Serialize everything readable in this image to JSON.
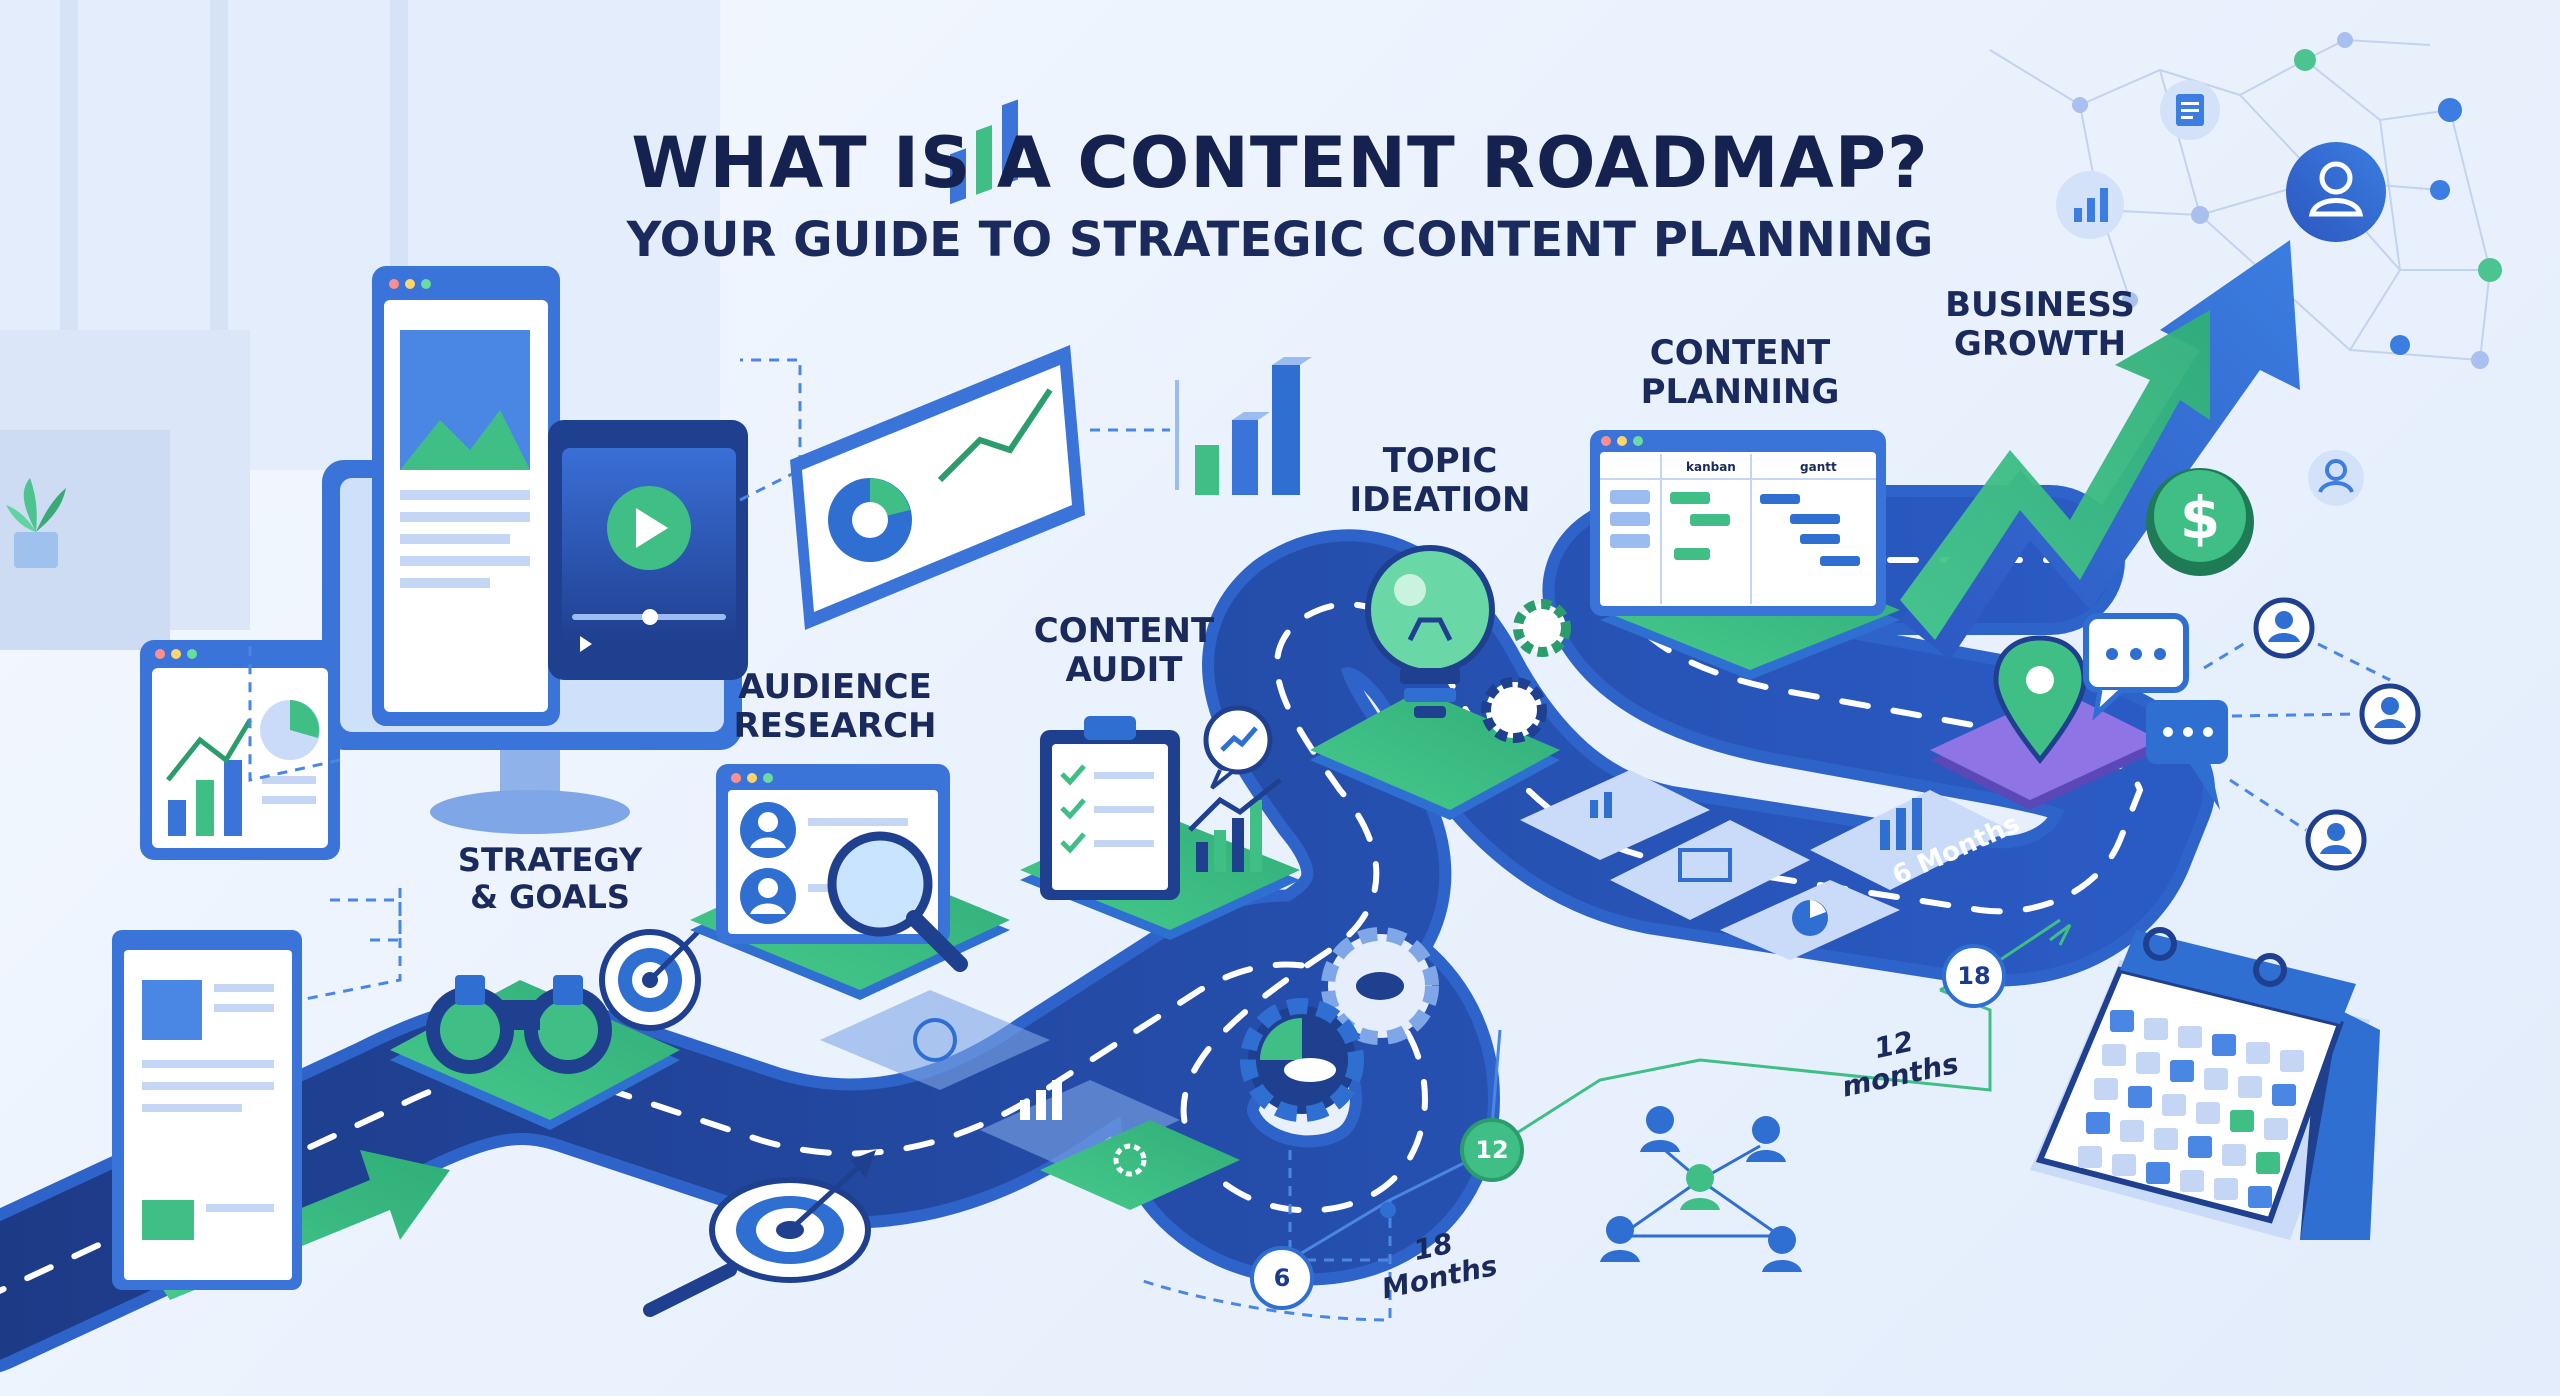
{
  "header": {
    "title": "WHAT IS A CONTENT ROADMAP?",
    "subtitle": "YOUR GUIDE TO STRATEGIC CONTENT PLANNING"
  },
  "stages": [
    {
      "label_line1": "STRATEGY",
      "label_line2": "& GOALS"
    },
    {
      "label_line1": "AUDIENCE",
      "label_line2": "RESEARCH"
    },
    {
      "label_line1": "CONTENT",
      "label_line2": "AUDIT"
    },
    {
      "label_line1": "TOPIC",
      "label_line2": "IDEATION"
    },
    {
      "label_line1": "CONTENT",
      "label_line2": "PLANNING"
    },
    {
      "label_line1": "BUSINESS",
      "label_line2": "GROWTH"
    }
  ],
  "board": {
    "col1": "kanban",
    "col2": "gantt"
  },
  "milestones": {
    "road_label": "6 Months",
    "timeline_label_a": "18",
    "timeline_label_a2": "Months",
    "timeline_label_b": "12",
    "timeline_label_b2": "months",
    "badge_6": "6",
    "badge_12": "12",
    "badge_18": "18"
  },
  "icons": [
    "binoculars-icon",
    "target-icon",
    "magnifier-icon",
    "clipboard-icon",
    "lightbulb-icon",
    "gear-icon",
    "dollar-icon",
    "location-pin-icon",
    "calendar-icon",
    "chat-icon",
    "user-icon",
    "chart-icon"
  ],
  "colors": {
    "navy": "#1b2a5c",
    "blue": "#2f6fd1",
    "green": "#3fbf86",
    "purple": "#7a5fd8",
    "road": "#1f3f8f"
  }
}
